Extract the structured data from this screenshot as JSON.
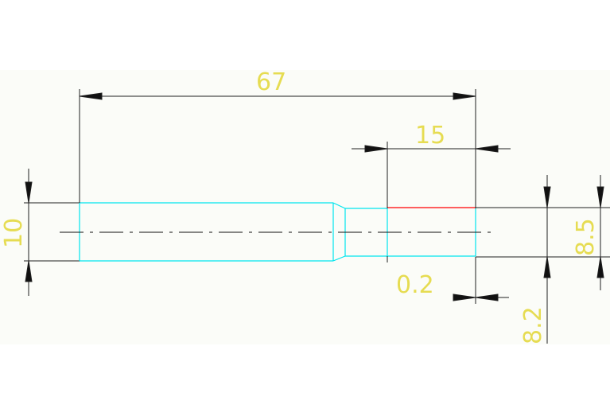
{
  "colors": {
    "background": "#ffffff",
    "canvas": "#fbfcf8",
    "geometry_outline": "#1f1f1f",
    "part_outline": "#00e5ee",
    "highlight_edge": "#ff2a2a",
    "dimension_text": "#e6dc52",
    "centerline": "#111111"
  },
  "dimensions": {
    "overall_length": "67",
    "right_section_length": "15",
    "left_diameter": "10",
    "right_diameter": "8.5",
    "step_offset": "0.2",
    "step_diameter": "8.2"
  }
}
